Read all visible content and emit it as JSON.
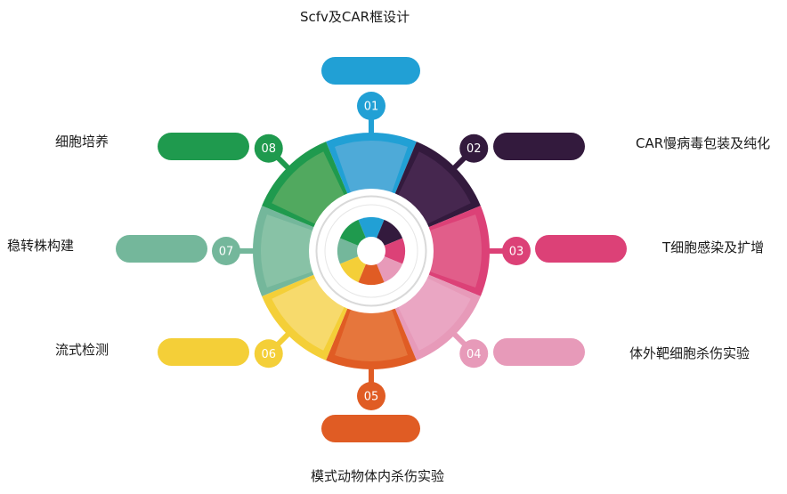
{
  "steps": [
    {
      "number": "01",
      "label": "Scfv及CAR框设计",
      "color": "#21a0d5",
      "light": "#4eaad8",
      "fade": "#7fc4e4"
    },
    {
      "number": "02",
      "label": "CAR慢病毒包装及纯化",
      "color": "#331a3d",
      "light": "#46274f",
      "fade": "#6a4c73"
    },
    {
      "number": "03",
      "label": "T细胞感染及扩增",
      "color": "#dc4177",
      "light": "#e15e8a",
      "fade": "#eb8fb0"
    },
    {
      "number": "04",
      "label": "体外靶细胞杀伤实验",
      "color": "#e79ab9",
      "light": "#eaa6c3",
      "fade": "#f1c4d6"
    },
    {
      "number": "05",
      "label": "模式动物体内杀伤实验",
      "color": "#e05c24",
      "light": "#e6763c",
      "fade": "#eca27c"
    },
    {
      "number": "06",
      "label": "流式检测",
      "color": "#f4cf38",
      "light": "#f7da6c",
      "fade": "#f9e49a"
    },
    {
      "number": "07",
      "label": "稳转株构建",
      "color": "#74b79b",
      "light": "#88c2a6",
      "fade": "#acd5c1"
    },
    {
      "number": "08",
      "label": "细胞培养",
      "color": "#1f9a4e",
      "light": "#51a95f",
      "fade": "#86c493"
    }
  ]
}
